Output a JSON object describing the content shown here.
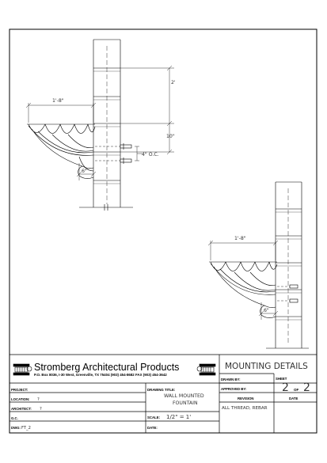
{
  "title_block": {
    "company": "Stromberg Architectural Products",
    "address": "P.O. Box 8036, I-30 West, Greenville, TX 75404  (903) 454-8682  FAX (903) 454-3642",
    "sheet_title": "MOUNTING  DETAILS",
    "labels": {
      "project": "PROJECT:",
      "location": "LOCATION:",
      "architect": "ARCHITECT:",
      "gc": "G.C.",
      "dwg": "DWG:",
      "drawing_title": "DRAWING TITLE:",
      "scale": "SCALE:",
      "date": "DATE:",
      "drawn_by": "DRAWN BY:",
      "approved_by": "APPROVED BY:",
      "revision": "REVISION",
      "rev_date": "DATE",
      "sheet": "SHEET"
    },
    "values": {
      "location": "?",
      "architect": "?",
      "dwg": "FT_2",
      "drawing_title_line1": "WALL  MOUNTED",
      "drawing_title_line2": "FOUNTAIN",
      "scale": "1/2\"  =  1'",
      "revision_note": "ALL THREAD, REBAR",
      "sheet_number": "2",
      "sheet_of": "OF",
      "sheet_total": "2"
    }
  },
  "detail_upper": {
    "dim_width": "1'-8\"",
    "dim_height": "2'",
    "dim_spacing": "10\"",
    "dim_oc": "4\" O.C.",
    "dim_depth": "6\""
  },
  "detail_lower": {
    "dim_width": "1'-8\"",
    "dim_depth": "6\""
  }
}
